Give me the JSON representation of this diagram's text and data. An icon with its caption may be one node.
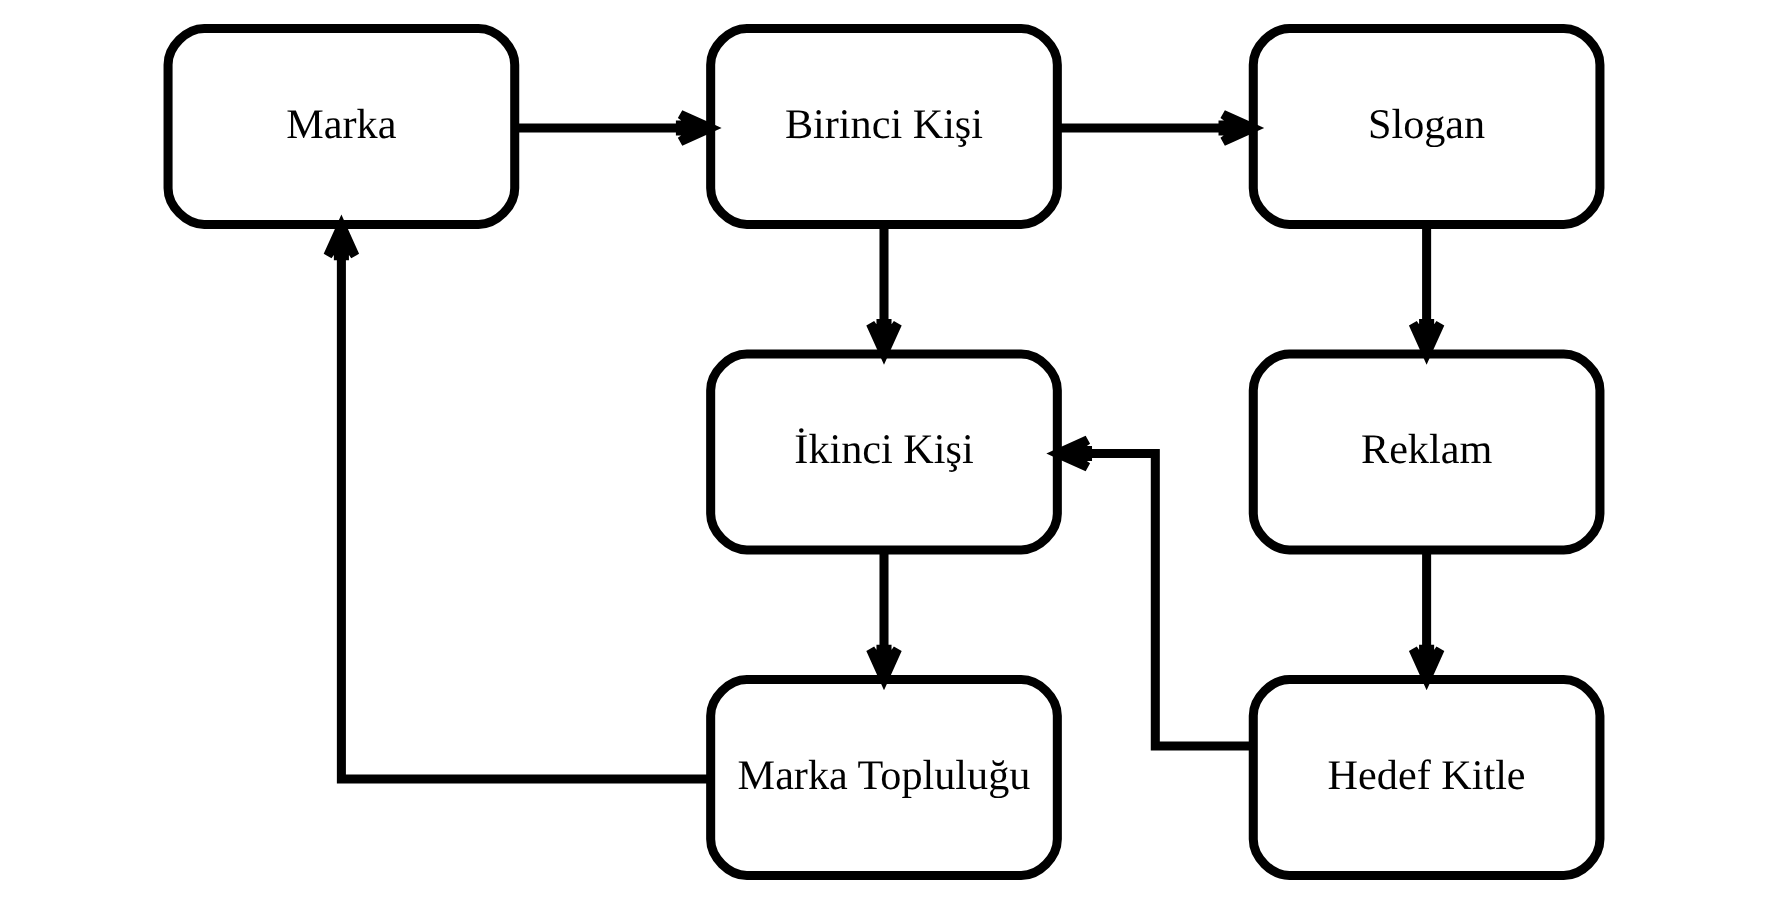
{
  "diagram": {
    "nodes": [
      {
        "text": [
          "Marka"
        ]
      },
      {
        "text": [
          "Birinci Kişi"
        ]
      },
      {
        "text": [
          "Slogan"
        ]
      },
      {
        "text": [
          "İkinci Kişi"
        ]
      },
      {
        "text": [
          "Reklam"
        ]
      },
      {
        "text": [
          "Marka Topluluğu"
        ]
      },
      {
        "text": [
          "Hedef Kitle"
        ]
      }
    ],
    "edges": [
      {
        "from": 0,
        "to": 1,
        "arrow": "to"
      },
      {
        "from": 1,
        "to": 2,
        "arrow": "to"
      },
      {
        "from": 1,
        "to": 3,
        "arrow": "to"
      },
      {
        "from": 2,
        "to": 4,
        "arrow": "to"
      },
      {
        "from": 4,
        "to": 6,
        "arrow": "to"
      },
      {
        "from": 3,
        "to": 5,
        "arrow": "to"
      },
      {
        "from": 6,
        "to": 3,
        "arrow": "to"
      },
      {
        "from": 5,
        "to": 0,
        "arrow": "to"
      }
    ]
  }
}
